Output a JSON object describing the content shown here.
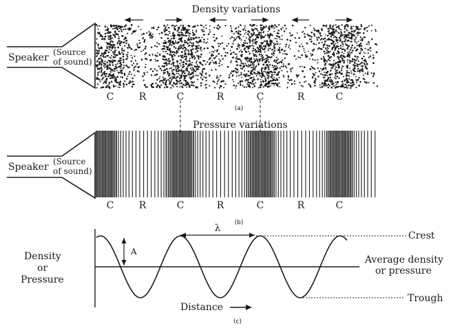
{
  "panel_a": {
    "title": "Density variations",
    "speaker": "Speaker",
    "source_line1": "(Source",
    "source_line2": "of sound)",
    "zones": [
      "C",
      "R",
      "C",
      "R",
      "C",
      "R",
      "C"
    ],
    "caption": "(a)"
  },
  "panel_b": {
    "title": "Pressure variations",
    "speaker": "Speaker",
    "source_line1": "(Source",
    "source_line2": "of sound)",
    "zones": [
      "C",
      "R",
      "C",
      "R",
      "C",
      "R",
      "C"
    ],
    "caption": "(b)"
  },
  "panel_c": {
    "ylabel_line1": "Density",
    "ylabel_line2": "or",
    "ylabel_line3": "Pressure",
    "amplitude": "A",
    "wavelength": "λ",
    "crest": "Crest",
    "trough": "Trough",
    "average_line1": "Average density",
    "average_line2": "or pressure",
    "xlabel": "Distance",
    "caption": "(c)"
  },
  "colors": {
    "ink": "#1a1a1a",
    "background": "#ffffff"
  }
}
